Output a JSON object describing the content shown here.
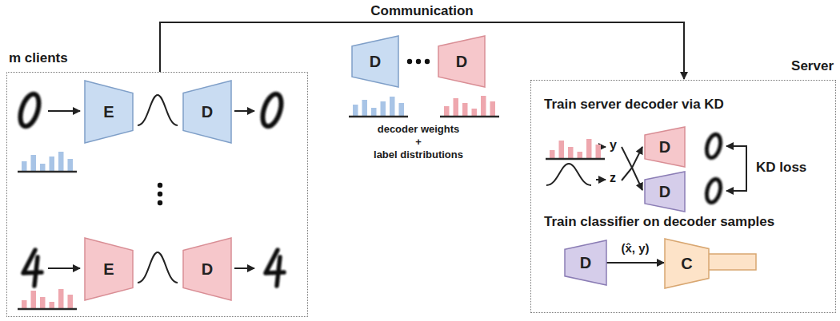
{
  "diagram": {
    "nodes": [
      {
        "text": [
          "m clients"
        ]
      },
      {
        "text": [
          "E"
        ],
        "in": 0
      },
      {
        "text": [
          "D"
        ],
        "in": 0
      },
      {
        "text": [
          "E"
        ],
        "in": 0
      },
      {
        "text": [
          "D"
        ],
        "in": 0
      },
      {
        "text": [
          "D"
        ]
      },
      {
        "text": [
          "D"
        ]
      },
      {
        "text": [
          "Server"
        ]
      },
      {
        "text": [
          "D"
        ],
        "in": 7
      },
      {
        "text": [
          "D"
        ],
        "in": 7
      },
      {
        "text": [
          "D"
        ],
        "in": 7
      },
      {
        "text": [
          "C"
        ],
        "in": 7
      }
    ],
    "edges": [
      {
        "from": 0,
        "to": 7,
        "label": "Communication",
        "arrow": "to"
      },
      {
        "from": 10,
        "to": 11,
        "label": "(x̂, y)",
        "arrow": "to"
      }
    ],
    "labels": [
      "decoder weights",
      "+",
      "label distributions",
      "Train server decoder via KD",
      "y",
      "z",
      "KD loss",
      "Train classifier on decoder samples"
    ]
  }
}
